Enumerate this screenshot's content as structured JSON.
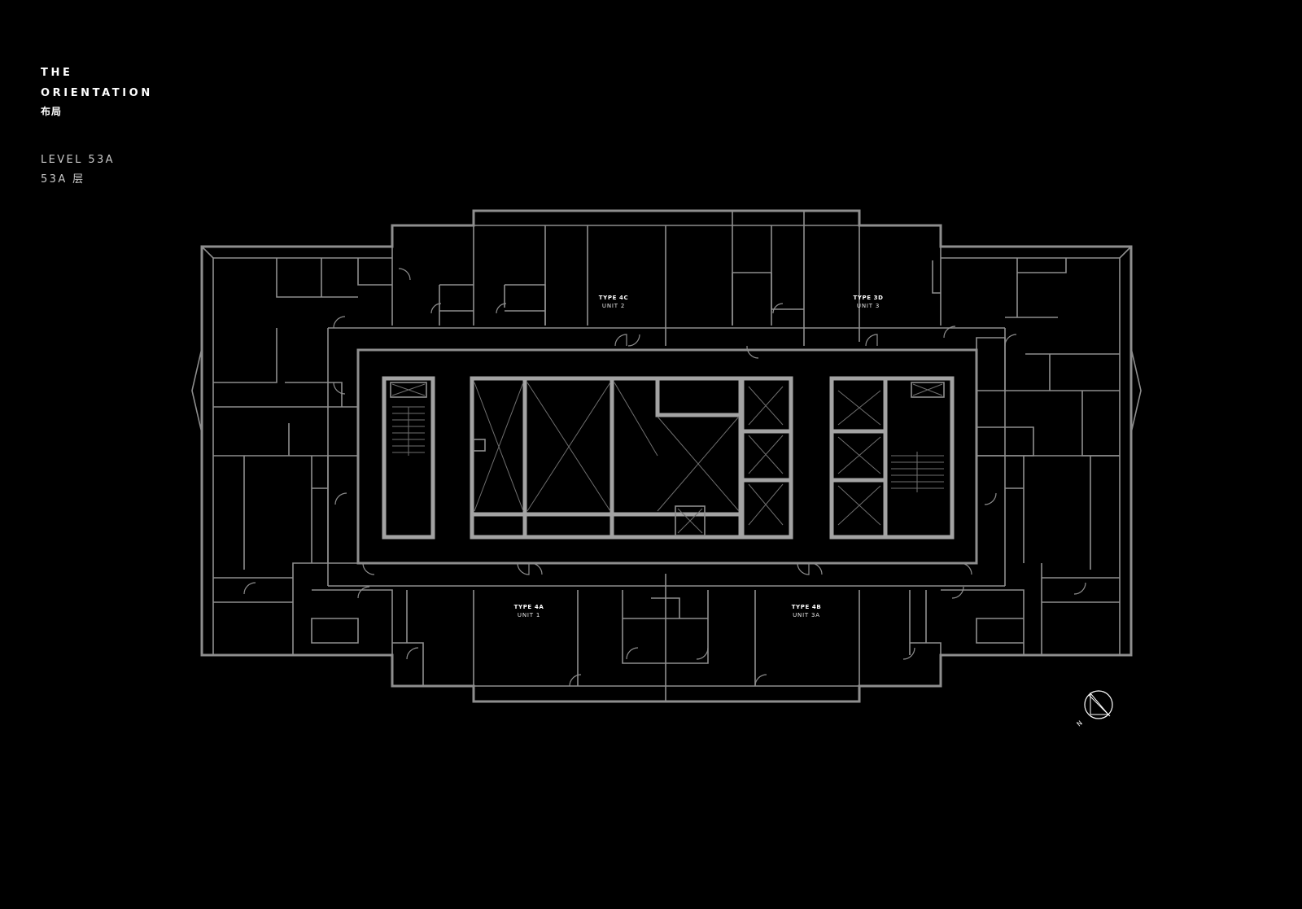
{
  "heading": {
    "line1": "THE",
    "line2": "ORIENTATION",
    "chinese": "布局"
  },
  "level": {
    "english": "LEVEL 53A",
    "chinese": "53A 层"
  },
  "units": [
    {
      "type": "TYPE 4C",
      "unit": "UNIT 2"
    },
    {
      "type": "TYPE 3D",
      "unit": "UNIT 3"
    },
    {
      "type": "TYPE 4A",
      "unit": "UNIT 1"
    },
    {
      "type": "TYPE 4B",
      "unit": "UNIT 3A"
    }
  ],
  "compass": {
    "letter": "N"
  },
  "colors": {
    "background": "#000000",
    "walls": "#8e8e8e",
    "core": "#a3a3a3",
    "text": "#ffffff"
  }
}
